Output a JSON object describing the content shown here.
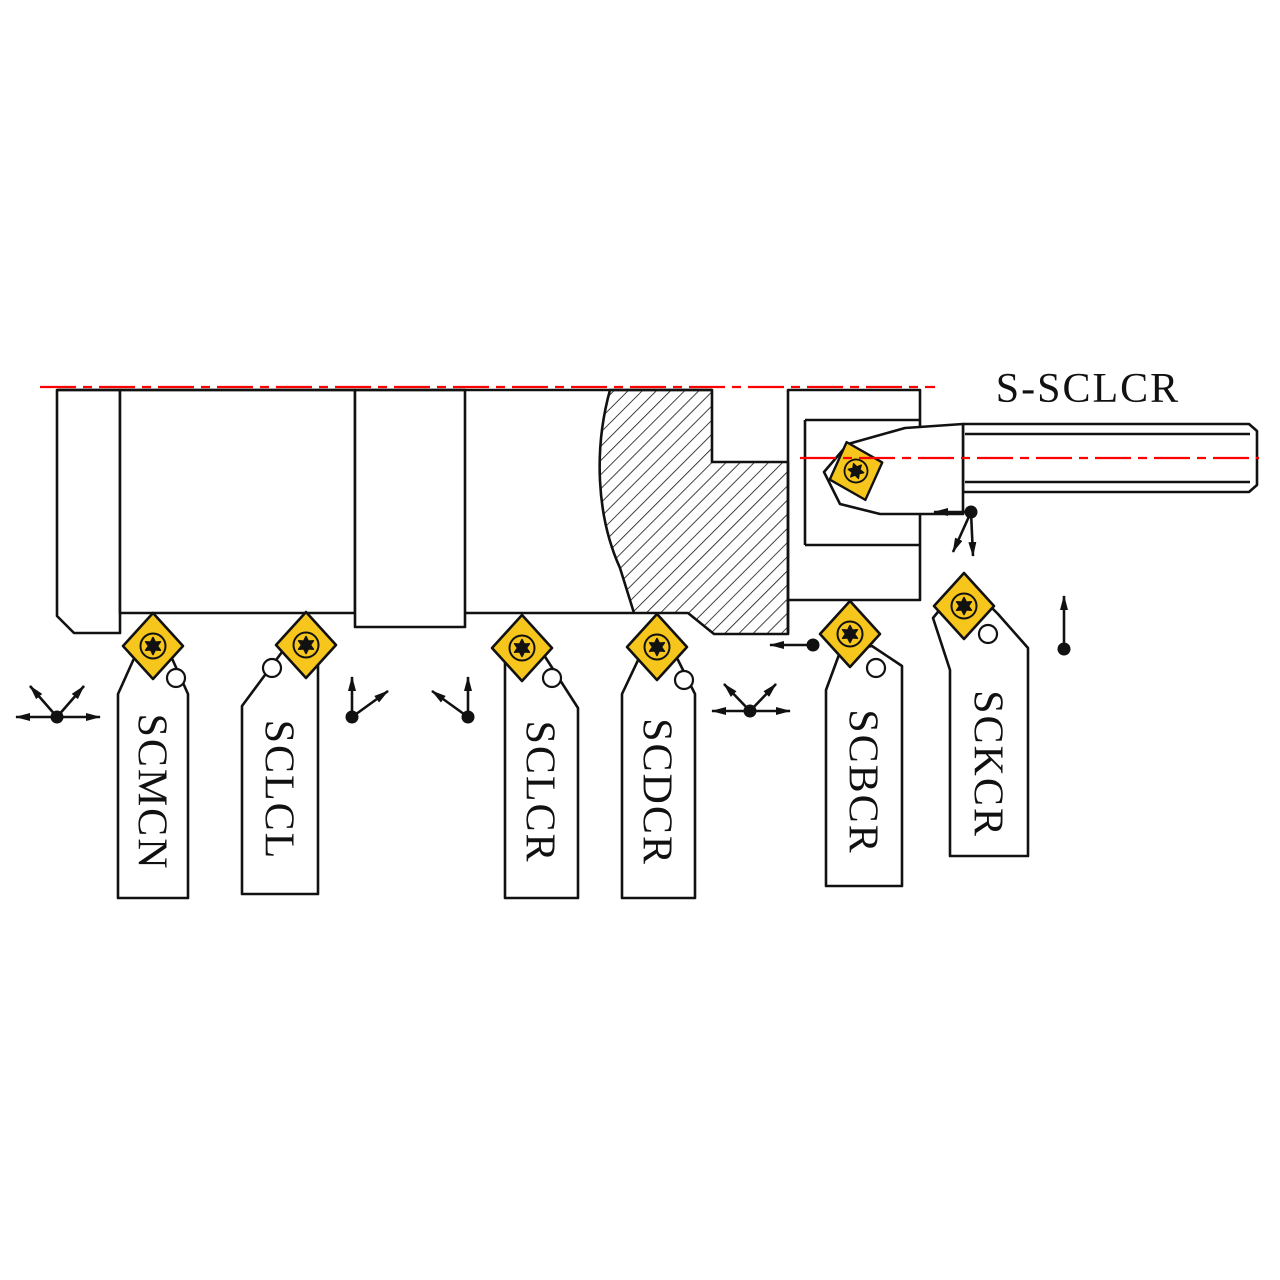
{
  "boring_bar": {
    "label": "S-SCLCR"
  },
  "tools": [
    {
      "label": "SCMCN"
    },
    {
      "label": "SCLCL"
    },
    {
      "label": "SCLCR"
    },
    {
      "label": "SCDCR"
    },
    {
      "label": "SCBCR"
    },
    {
      "label": "SCKCR"
    }
  ],
  "colors": {
    "insert_fill": "#F6C61C",
    "outline": "#111111",
    "centerline_red": "#FF0000",
    "background": "#FFFFFF"
  }
}
